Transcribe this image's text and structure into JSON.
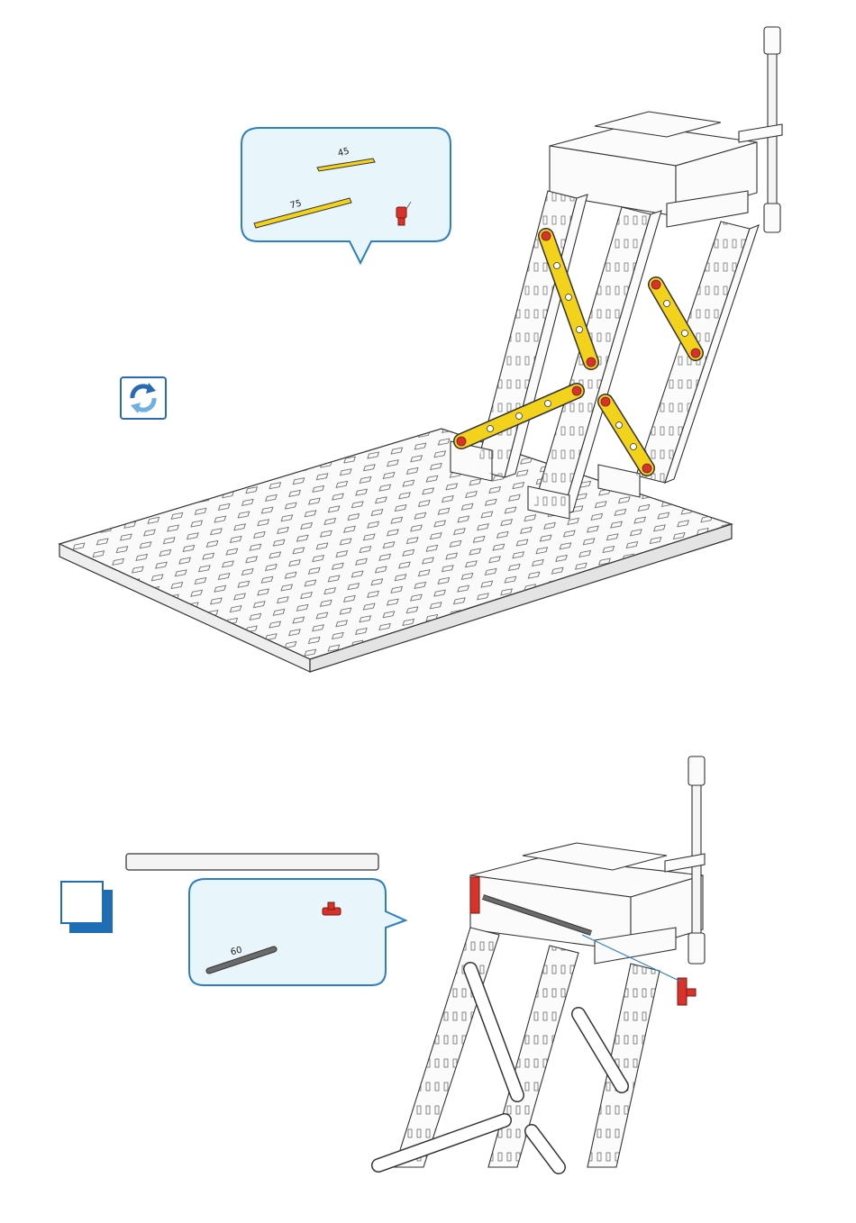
{
  "step1": {
    "parts": [
      {
        "name": "strut-45",
        "label": "45",
        "color": "#f2d21b"
      },
      {
        "name": "strut-75",
        "label": "75",
        "color": "#f2d21b"
      },
      {
        "name": "red-connector",
        "label": "",
        "color": "#d8332a"
      }
    ],
    "action_icon": "rotate-icon"
  },
  "step2": {
    "parts": [
      {
        "name": "red-clip",
        "label": "",
        "color": "#d8332a"
      },
      {
        "name": "axle-60",
        "label": "60",
        "color": "#6b6b6b"
      }
    ]
  },
  "colors": {
    "accent_blue": "#1f6db5",
    "callout_border": "#2d7fc1",
    "callout_fill": "#e8f5fb",
    "part_yellow": "#f2d21b",
    "part_red": "#d8332a"
  }
}
